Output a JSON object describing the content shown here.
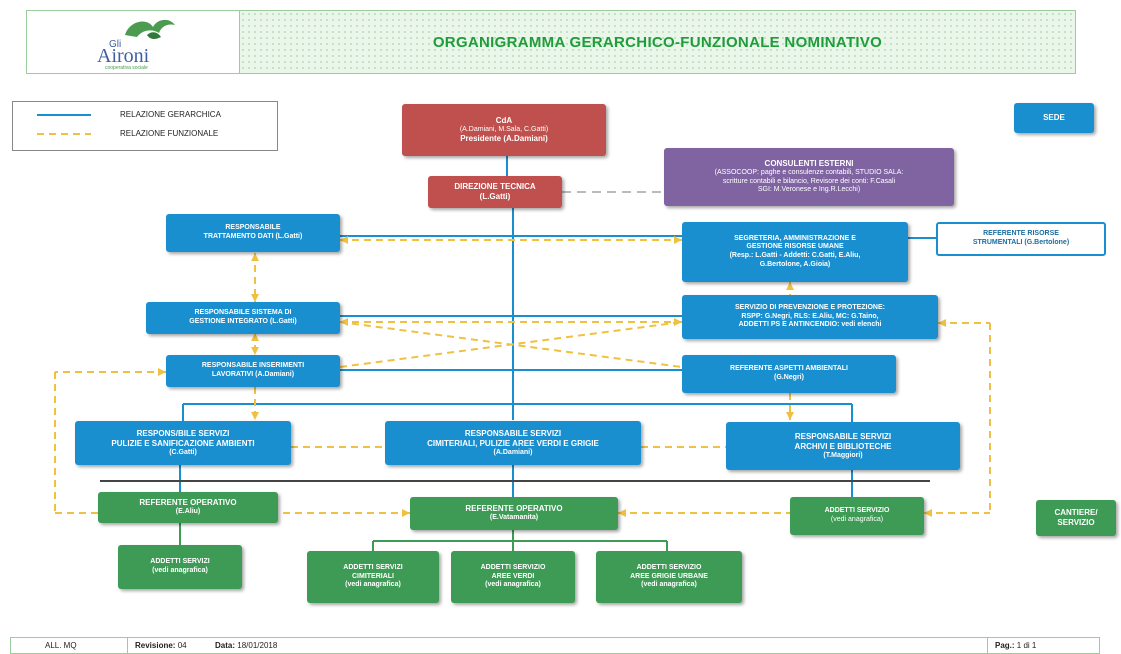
{
  "header": {
    "logo_gli": "Gli",
    "logo_name": "Aironi",
    "logo_sub": "cooperativa sociale",
    "title": "ORGANIGRAMMA GERARCHICO-FUNZIONALE NOMINATIVO"
  },
  "legend": {
    "hierarchical": "RELAZIONE GERARCHICA",
    "functional": "RELAZIONE FUNZIONALE"
  },
  "colors": {
    "red": "#c0504d",
    "purple": "#8064a2",
    "blue": "#1a8fd0",
    "green": "#3e9b55",
    "functional_line": "#f0c040"
  },
  "boxes": {
    "cda": {
      "title": "CdA",
      "line1": "(A.Damiani, M.Sala, C.Gatti)",
      "line2": "Presidente (A.Damiani)"
    },
    "direzione": {
      "title": "DIREZIONE TECNICA",
      "line1": "(L.Gatti)"
    },
    "consulenti": {
      "title": "CONSULENTI ESTERNI",
      "line1": "(ASSOCOOP: paghe e consulenze contabili, STUDIO SALA:",
      "line2": "scritture contabili e bilancio, Revisore dei conti: F.Casali",
      "line3": "SGI: M.Veronese e Ing.R.Lecchi)"
    },
    "sede": {
      "title": "SEDE"
    },
    "trattamento": {
      "title": "RESPONSABILE",
      "line1": "TRATTAMENTO DATI (L.Gatti)"
    },
    "segreteria": {
      "title": "SEGRETERIA, AMMINISTRAZIONE E",
      "line1": "GESTIONE RISORSE UMANE",
      "line2": "(Resp.: L.Gatti - Addetti: C.Gatti, E.Aliu,",
      "line3": "G.Bertolone, A.Gioia)"
    },
    "risorse": {
      "title": "REFERENTE RISORSE",
      "line1": "STRUMENTALI (G.Bertolone)"
    },
    "sistema": {
      "title": "RESPONSABILE SISTEMA DI",
      "line1": "GESTIONE INTEGRATO (L.Gatti)"
    },
    "prevenzione": {
      "title": "SERVIZIO DI PREVENZIONE E PROTEZIONE:",
      "line1": "RSPP: G.Negri, RLS: E.Aliu, MC: G.Taino,",
      "line2": "ADDETTI PS E ANTINCENDIO: vedi elenchi"
    },
    "inserimenti": {
      "title": "RESPONSABILE INSERIMENTI",
      "line1": "LAVORATIVI (A.Damiani)"
    },
    "ambientali": {
      "title": "REFERENTE ASPETTI AMBIENTALI",
      "line1": "(G.Negri)"
    },
    "pulizie": {
      "title": "RESPONS/BILE SERVIZI",
      "line1": "PULIZIE E SANIFICAZIONE AMBIENTI",
      "line2": "(C.Gatti)"
    },
    "cimiteriali": {
      "title": "RESPONSABILE SERVIZI",
      "line1": "CIMITERIALI, PULIZIE AREE VERDI E GRIGIE",
      "line2": "(A.Damiani)"
    },
    "archivi": {
      "title": "RESPONSABILE SERVIZI",
      "line1": "ARCHIVI E BIBLIOTECHE",
      "line2": "(T.Maggiori)"
    },
    "ref_aliu": {
      "title": "REFERENTE OPERATIVO",
      "line1": "(E.Aliu)"
    },
    "ref_vata": {
      "title": "REFERENTE OPERATIVO",
      "line1": "(E.Vatamanita)"
    },
    "addetto_archivi": {
      "title": "ADDETTI SERVIZIO",
      "line1": "(vedi anagrafica)"
    },
    "cantiere": {
      "title": "CANTIERE/",
      "line1": "SERVIZIO"
    },
    "addetti_pulizie": {
      "title": "ADDETTI SERVIZI",
      "line1": "(vedi anagrafica)"
    },
    "addetti_cimit": {
      "title": "ADDETTI SERVIZI",
      "line1": "CIMITERIALI",
      "line2": "(vedi anagrafica)"
    },
    "addetti_verdi": {
      "title": "ADDETTI SERVIZIO",
      "line1": "AREE VERDI",
      "line2": "(vedi anagrafica)"
    },
    "addetti_grigie": {
      "title": "ADDETTI SERVIZIO",
      "line1": "AREE GRIGIE URBANE",
      "line2": "(vedi anagrafica)"
    }
  },
  "footer": {
    "doc": "ALL. MQ",
    "revisione_label": "Revisione:",
    "revisione_value": "04",
    "data_label": "Data:",
    "data_value": "18/01/2018",
    "pag_label": "Pag.:",
    "pag_value": "1 di 1"
  }
}
